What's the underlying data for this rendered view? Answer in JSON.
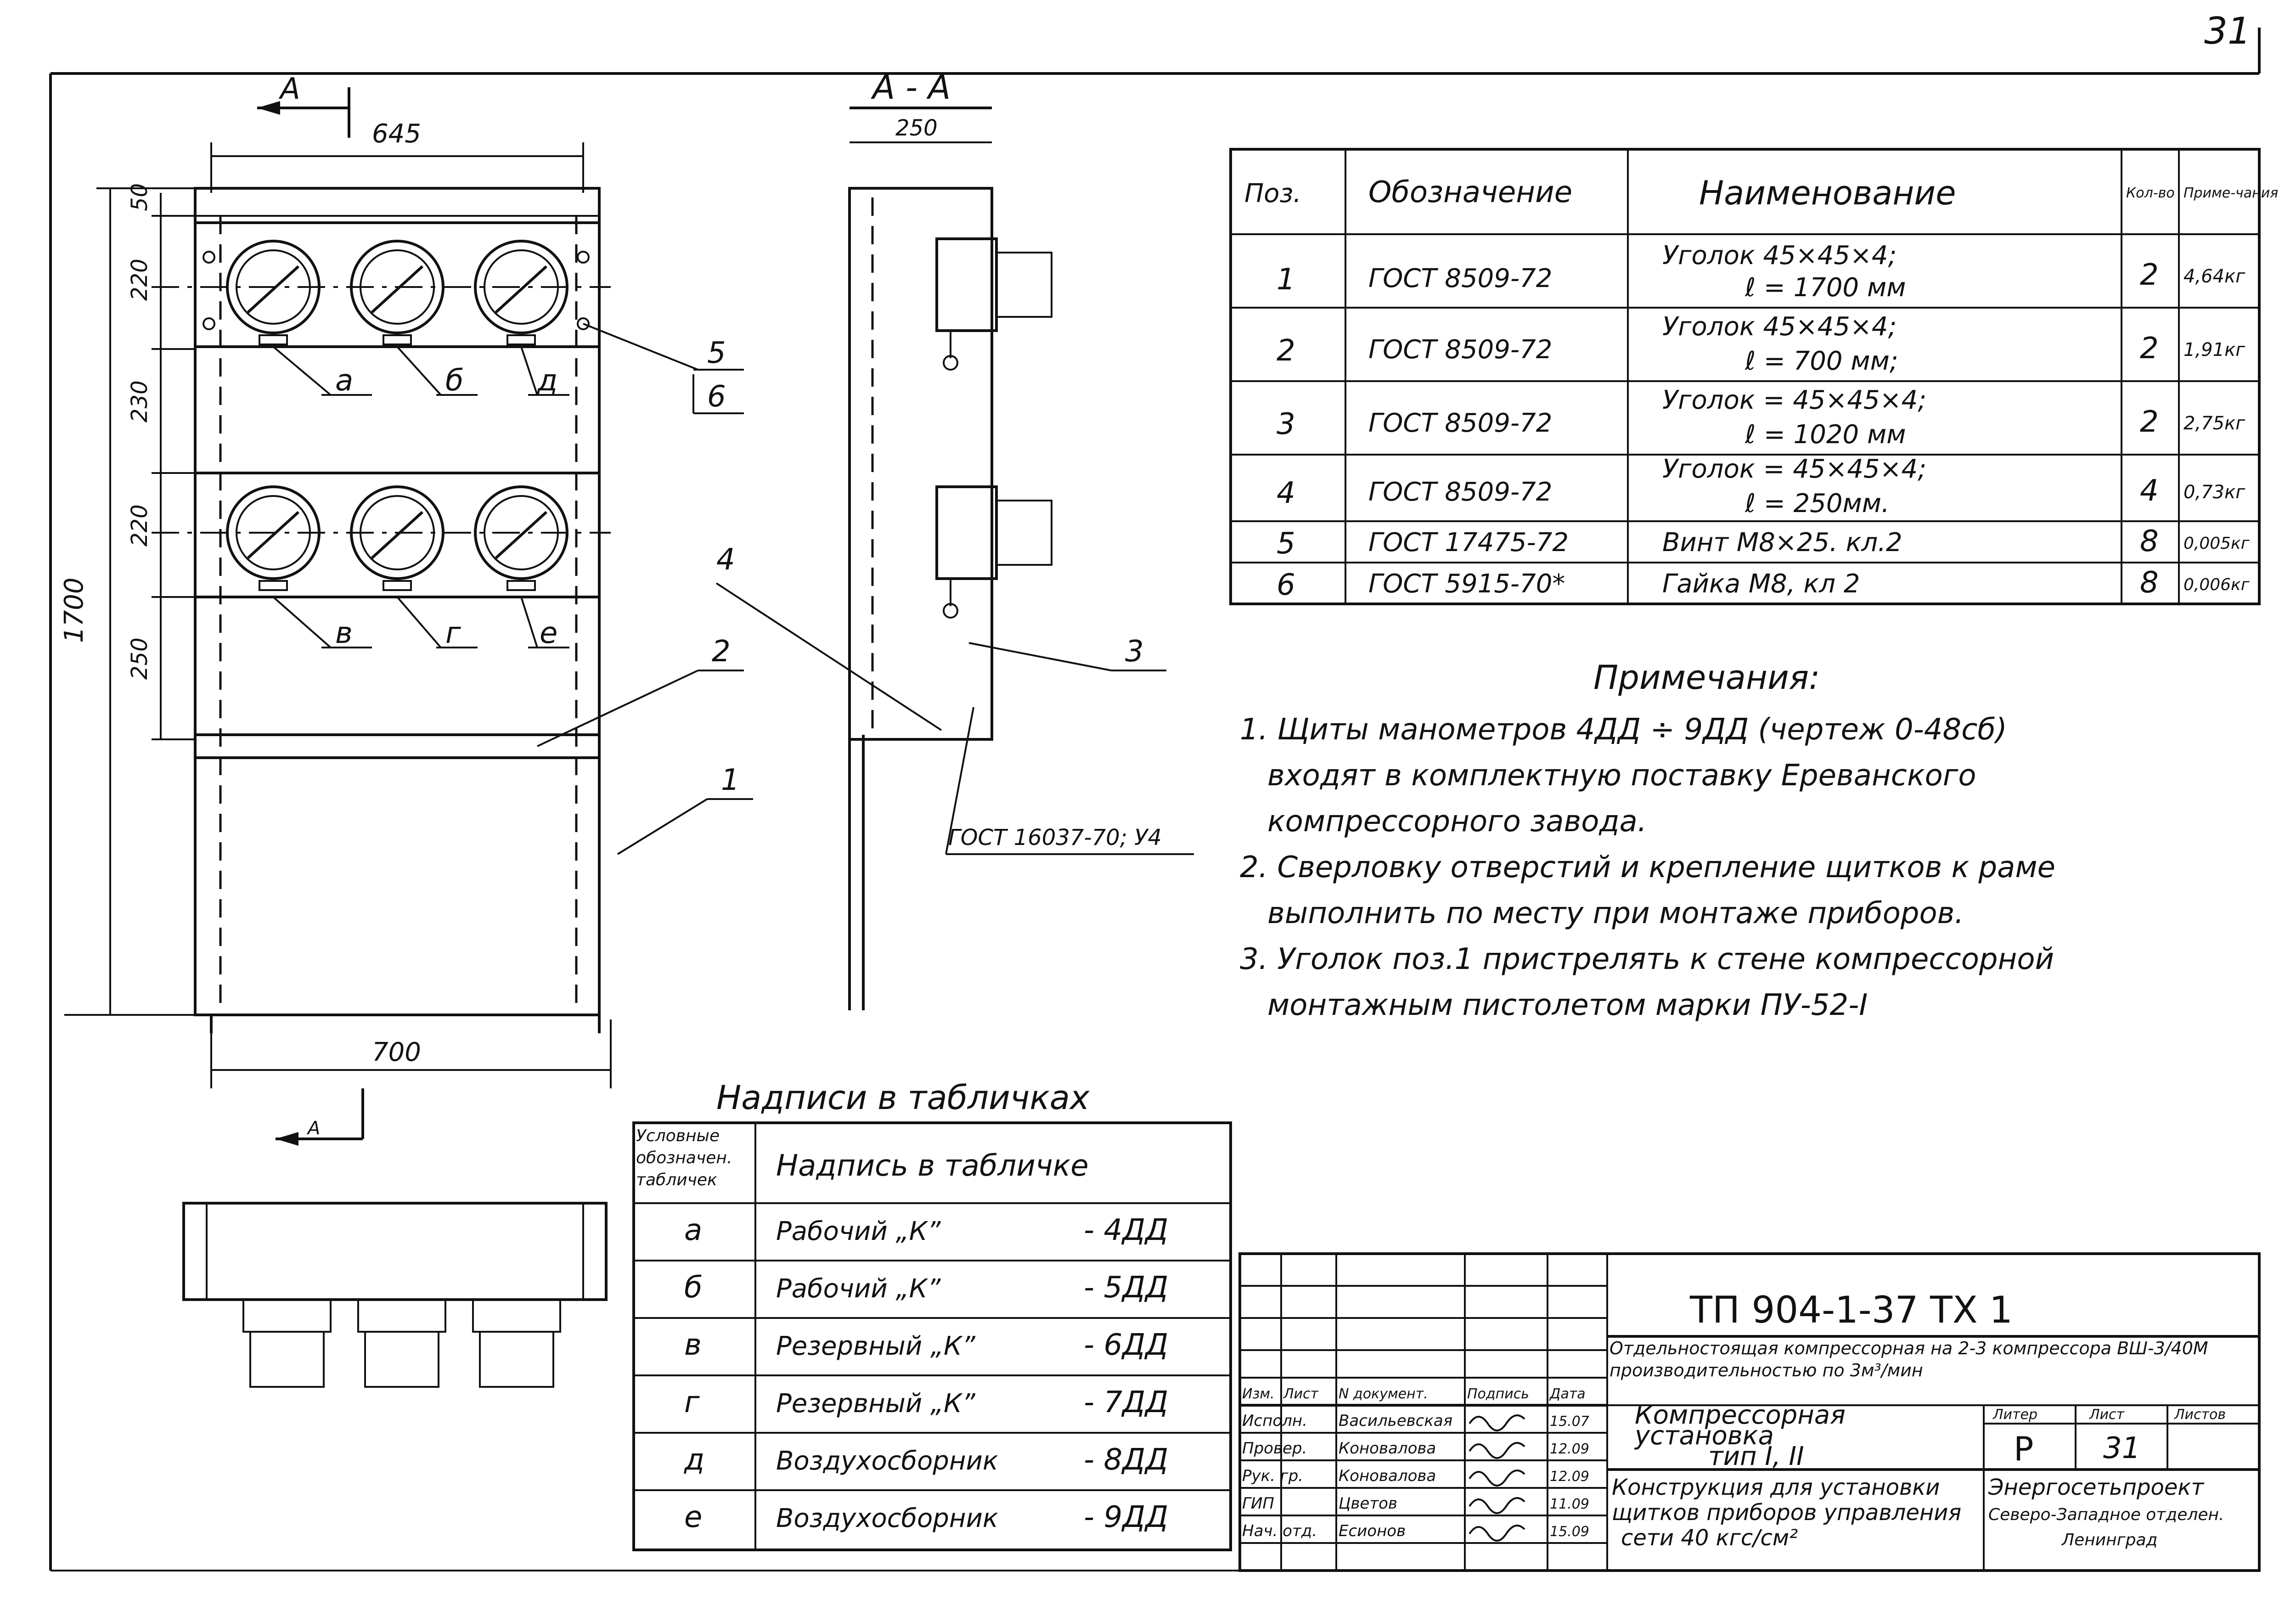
{
  "sheet_number": "31",
  "front_view": {
    "section_mark": "A",
    "dim_top_width": "645",
    "dim_bottom_width": "700",
    "dim_height": "1700",
    "dim_50": "50",
    "dim_220a": "220",
    "dim_230": "230",
    "dim_220b": "220",
    "dim_250": "250",
    "tags": [
      "а",
      "б",
      "д",
      "в",
      "г",
      "е"
    ],
    "pos_5": "5",
    "pos_6": "6",
    "pos_4": "4",
    "pos_2": "2",
    "pos_1": "1"
  },
  "section_view": {
    "title": "А - А",
    "dim_width": "250",
    "pos_3": "3",
    "gost_label": "ГОСТ 16037-70; У4"
  },
  "spec_table": {
    "headers": [
      "Поз.",
      "Обозначение",
      "Наименование",
      "Кол-во",
      "Приме-чания"
    ],
    "rows": [
      {
        "pos": "1",
        "code": "ГОСТ 8509-72",
        "name1": "Уголок 45×45×4;",
        "name2": "ℓ = 1700 мм",
        "qty": "2",
        "note": "4,64кг"
      },
      {
        "pos": "2",
        "code": "ГОСТ 8509-72",
        "name1": "Уголок 45×45×4;",
        "name2": "ℓ = 700 мм;",
        "qty": "2",
        "note": "1,91кг"
      },
      {
        "pos": "3",
        "code": "ГОСТ 8509-72",
        "name1": "Уголок = 45×45×4;",
        "name2": "ℓ = 1020 мм",
        "qty": "2",
        "note": "2,75кг"
      },
      {
        "pos": "4",
        "code": "ГОСТ 8509-72",
        "name1": "Уголок = 45×45×4;",
        "name2": "ℓ = 250мм.",
        "qty": "4",
        "note": "0,73кг"
      },
      {
        "pos": "5",
        "code": "ГОСТ 17475-72",
        "name1": "Винт М8×25. кл.2",
        "name2": "",
        "qty": "8",
        "note": "0,005кг"
      },
      {
        "pos": "6",
        "code": "ГОСТ 5915-70*",
        "name1": "Гайка М8, кл 2",
        "name2": "",
        "qty": "8",
        "note": "0,006кг"
      }
    ]
  },
  "notes": {
    "title": "Примечания:",
    "lines": [
      "1. Щиты манометров   4ДД ÷ 9ДД          (чертеж 0-48сб)",
      "входят в комплектную поставку Ереванского",
      "компрессорного завода.",
      "2. Сверловку отверстий и крепление щитков к раме",
      "выполнить по месту при монтаже приборов.",
      "3. Уголок поз.1 пристрелять к стене компрессорной",
      "монтажным пистолетом марки ПУ-52-I"
    ]
  },
  "plates_table": {
    "title": "Надписи в табличках",
    "header_col1": "Условные обозначен. табличек",
    "header_col2": "Надпись в табличке",
    "rows": [
      {
        "mark": "а",
        "text": "Рабочий „К”",
        "code": "- 4ДД"
      },
      {
        "mark": "б",
        "text": "Рабочий „К”",
        "code": "- 5ДД"
      },
      {
        "mark": "в",
        "text": "Резервный „К”",
        "code": "- 6ДД"
      },
      {
        "mark": "г",
        "text": "Резервный „К”",
        "code": "- 7ДД"
      },
      {
        "mark": "д",
        "text": "Воздухосборник",
        "code": "- 8ДД"
      },
      {
        "mark": "е",
        "text": "Воздухосборник",
        "code": "- 9ДД"
      }
    ]
  },
  "title_block": {
    "doc_code": "ТП 904-1-37 ТХ 1",
    "project_name": "Отдельностоящая компрессорная на 2-3 компрессора ВШ-3/40М производительностью по 3м³/мин",
    "object_name_1": "Компрессорная",
    "object_name_2": "установка",
    "object_name_3": "тип I, II",
    "drawing_name_1": "Конструкция для установки",
    "drawing_name_2": "щитков приборов управления",
    "drawing_name_3": "сети 40 кгс/см²",
    "stage_label": "Литер",
    "sheet_label": "Лист",
    "sheets_label": "Листов",
    "stage": "Р",
    "sheet": "31",
    "org_1": "Энергосетьпроект",
    "org_2": "Северо-Западное отделен.",
    "org_3": "Ленинград",
    "sign_headers": [
      "Изм.",
      "Лист",
      "N документ.",
      "Подпись",
      "Дата"
    ],
    "signatures": [
      {
        "role": "Исполн.",
        "name": "Васильевская",
        "date": "15.07"
      },
      {
        "role": "Провер.",
        "name": "Коновалова",
        "date": "12.09"
      },
      {
        "role": "Рук. гр.",
        "name": "Коновалова",
        "date": "12.09"
      },
      {
        "role": "ГИП",
        "name": "Цветов",
        "date": "11.09"
      },
      {
        "role": "Нач. отд.",
        "name": "Есионов",
        "date": "15.09"
      }
    ]
  }
}
